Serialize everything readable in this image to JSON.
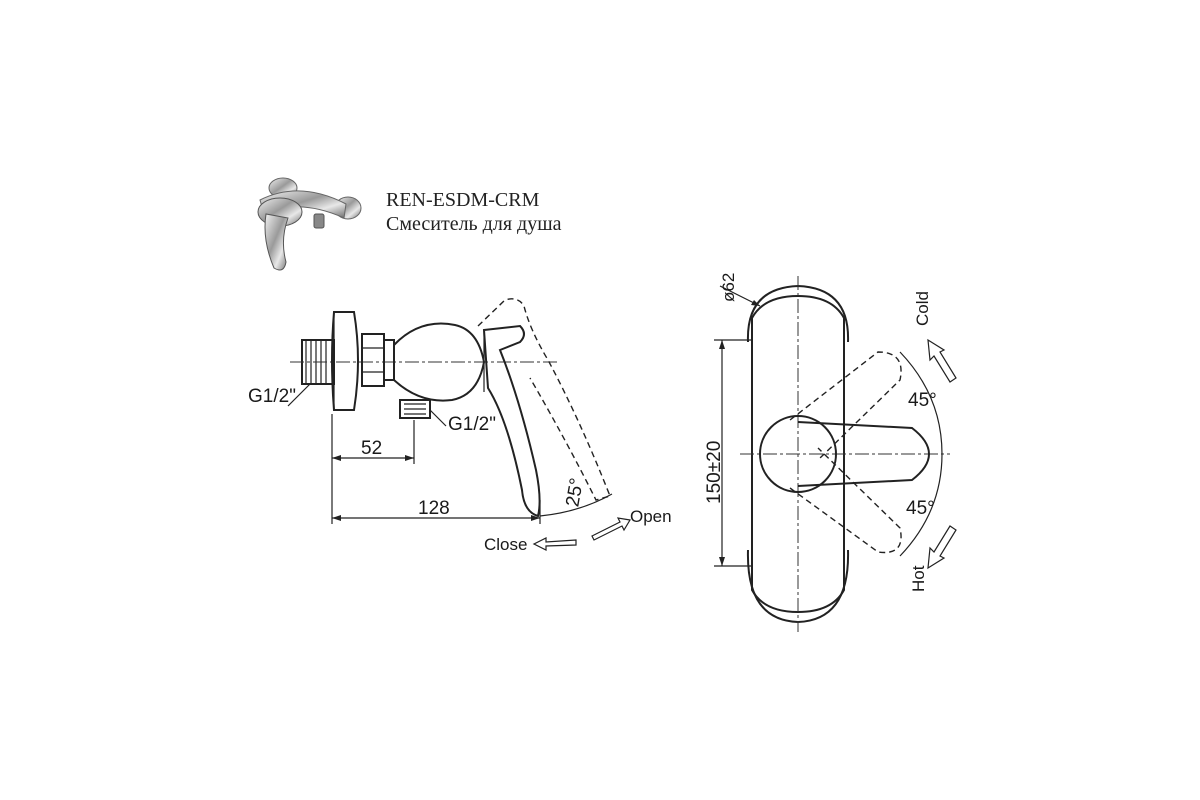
{
  "header": {
    "model_code": "REN-ESDM-CRM",
    "product_name": "Смеситель для душа"
  },
  "side_view": {
    "inlet_thread": "G1/2\"",
    "outlet_thread": "G1/2\"",
    "dim_outlet_offset": "52",
    "dim_total_depth": "128",
    "lever_angle": "25°",
    "open_label": "Open",
    "close_label": "Close"
  },
  "front_view": {
    "flange_diameter": "ø62",
    "center_distance": "150±20",
    "cold_label": "Cold",
    "hot_label": "Hot",
    "angle_up": "45°",
    "angle_down": "45°"
  },
  "icons": {
    "product": "shower-mixer-photo",
    "arrows": "direction-arrow-icon"
  }
}
